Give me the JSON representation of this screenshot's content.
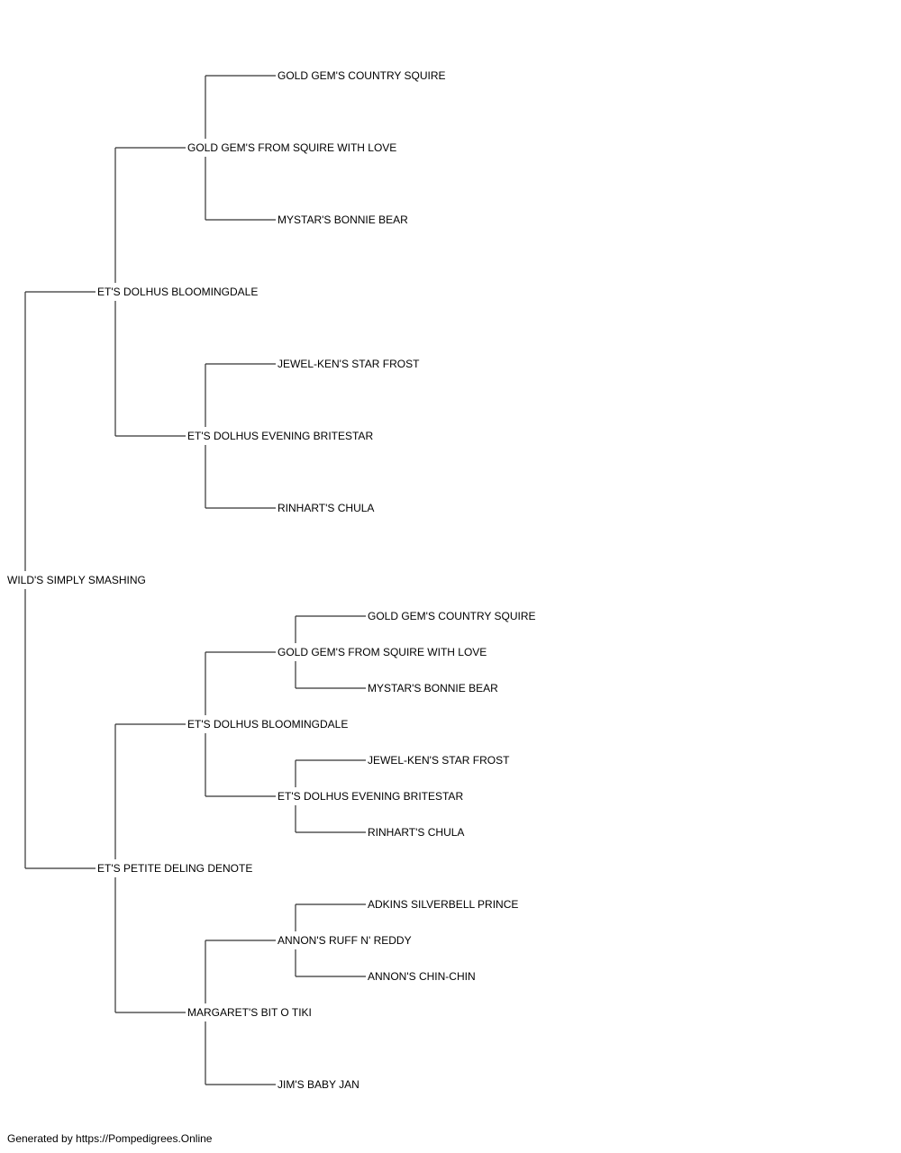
{
  "pedigree": {
    "name": "WILD'S SIMPLY SMASHING",
    "sire": {
      "name": "ET'S DOLHUS BLOOMINGDALE",
      "sire": {
        "name": "GOLD GEM'S FROM SQUIRE WITH LOVE",
        "sire": {
          "name": "GOLD GEM'S COUNTRY SQUIRE"
        },
        "dam": {
          "name": "MYSTAR'S BONNIE BEAR"
        }
      },
      "dam": {
        "name": "ET'S DOLHUS EVENING BRITESTAR",
        "sire": {
          "name": "JEWEL-KEN'S STAR FROST"
        },
        "dam": {
          "name": "RINHART'S CHULA"
        }
      }
    },
    "dam": {
      "name": "ET'S PETITE DELING DENOTE",
      "sire": {
        "name": "ET'S DOLHUS BLOOMINGDALE",
        "sire": {
          "name": "GOLD GEM'S FROM SQUIRE WITH LOVE",
          "sire": {
            "name": "GOLD GEM'S COUNTRY SQUIRE"
          },
          "dam": {
            "name": "MYSTAR'S BONNIE BEAR"
          }
        },
        "dam": {
          "name": "ET'S DOLHUS EVENING BRITESTAR",
          "sire": {
            "name": "JEWEL-KEN'S STAR FROST"
          },
          "dam": {
            "name": "RINHART'S CHULA"
          }
        }
      },
      "dam": {
        "name": "MARGARET'S BIT O TIKI",
        "sire": {
          "name": "ANNON'S RUFF N' REDDY",
          "sire": {
            "name": "ADKINS SILVERBELL PRINCE"
          },
          "dam": {
            "name": "ANNON'S CHIN-CHIN"
          }
        },
        "dam": {
          "name": "JIM'S BABY JAN"
        }
      }
    }
  },
  "footer": "Generated by https://Pompedigrees.Online",
  "line_color": "#333333"
}
